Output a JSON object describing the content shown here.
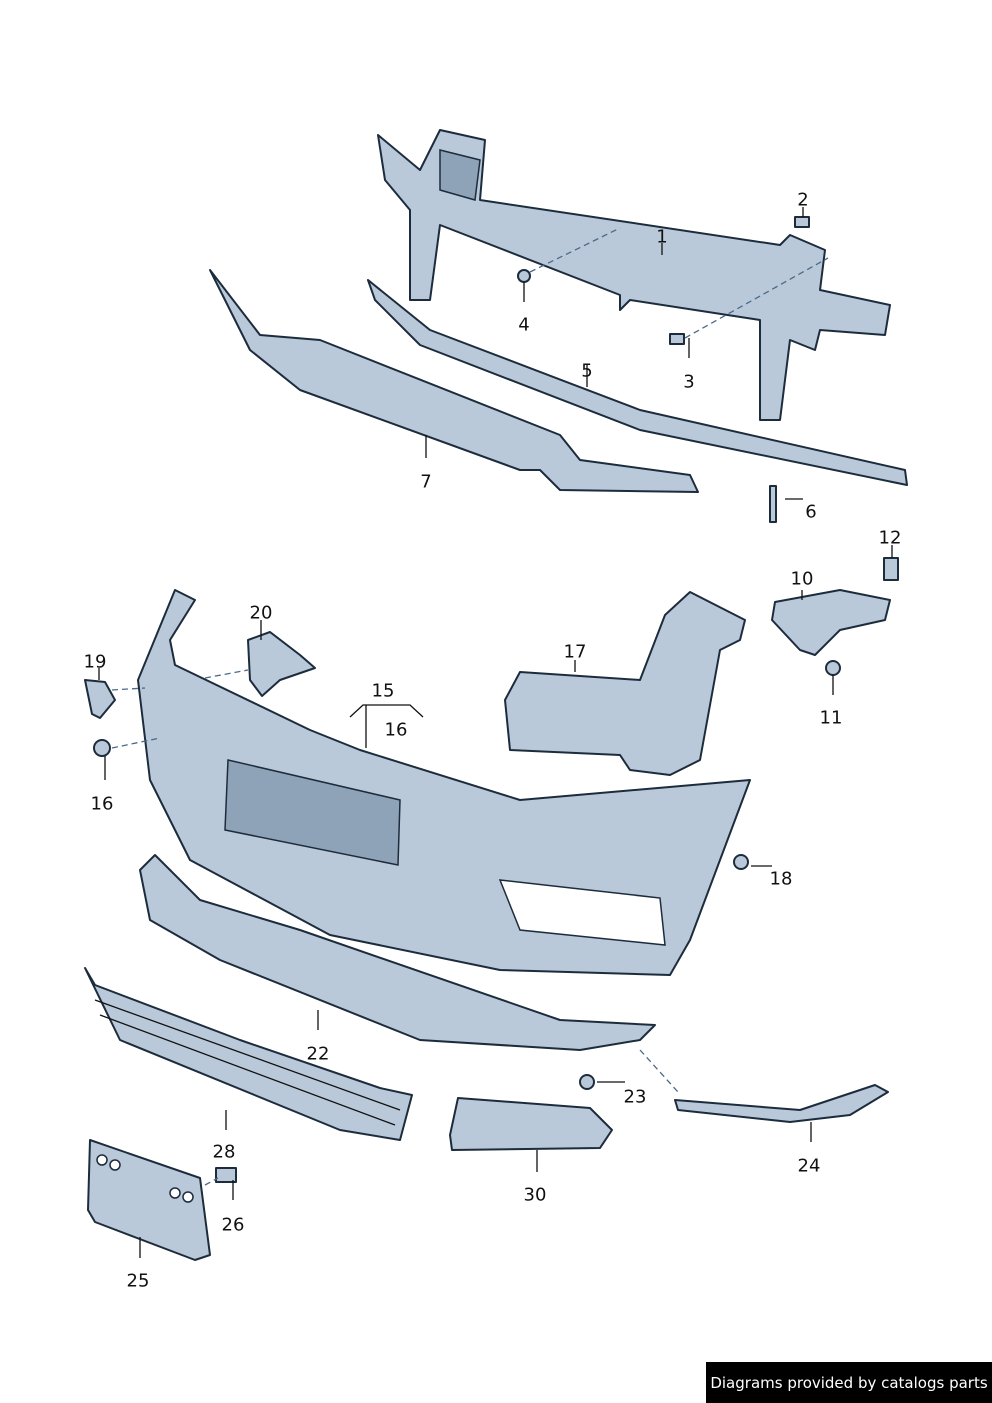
{
  "labels": {
    "l1": "1",
    "l2": "2",
    "l3": "3",
    "l4": "4",
    "l5": "5",
    "l6": "6",
    "l7": "7",
    "l10": "10",
    "l11": "11",
    "l12": "12",
    "l15": "15",
    "l16a": "16",
    "l16b": "16",
    "l17": "17",
    "l18": "18",
    "l19": "19",
    "l20": "20",
    "l22": "22",
    "l23": "23",
    "l24": "24",
    "l25": "25",
    "l26": "26",
    "l28": "28",
    "l30": "30"
  },
  "footer": {
    "text": "Diagrams provided by catalogs parts"
  }
}
